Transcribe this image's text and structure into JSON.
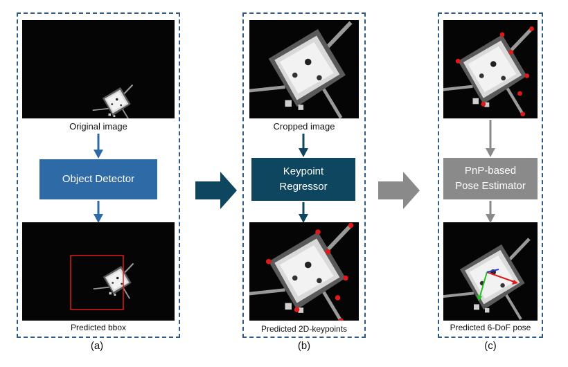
{
  "panels": {
    "a": {
      "label": "(a)",
      "top_caption": "Original image",
      "box_text": "Object Detector",
      "bottom_caption": "Predicted bbox"
    },
    "b": {
      "label": "(b)",
      "top_caption": "Cropped image",
      "box_text": "Keypoint\nRegressor",
      "bottom_caption": "Predicted 2D-keypoints"
    },
    "c": {
      "label": "(c)",
      "box_text": "PnP-based\nPose Estimator",
      "bottom_caption": "Predicted 6-DoF pose"
    }
  },
  "colors": {
    "border": "#2f5a85",
    "detector_box": "#2e6aa6",
    "regressor_box": "#0e4660",
    "estimator_box": "#8a8a8a",
    "arrow_a": "#2e6aa6",
    "arrow_b": "#0e4660",
    "arrow_c": "#8a8a8a",
    "bbox": "#e01a1a",
    "keypoint": "#e01a1a"
  }
}
